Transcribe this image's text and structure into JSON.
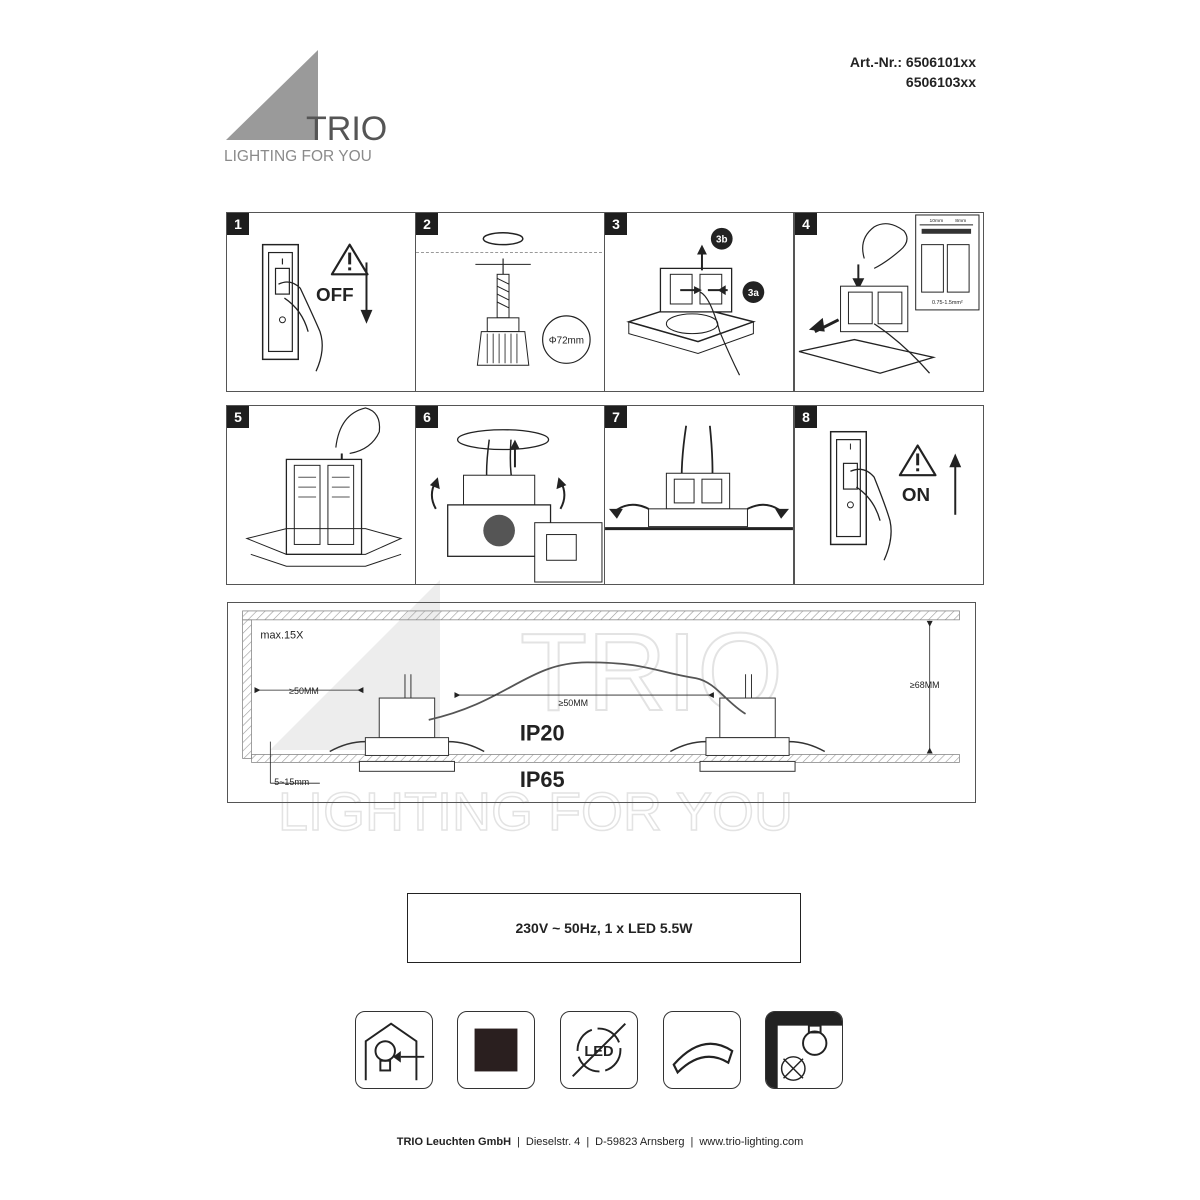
{
  "brand": {
    "name": "TRIO",
    "tagline": "LIGHTING FOR YOU"
  },
  "header": {
    "art_label": "Art.-Nr.:",
    "art_numbers": [
      "6506101xx",
      "6506103xx"
    ]
  },
  "steps": [
    {
      "number": "1",
      "label": "OFF"
    },
    {
      "number": "2",
      "label": "Φ72mm"
    },
    {
      "number": "3",
      "label_a": "3a",
      "label_b": "3b"
    },
    {
      "number": "4",
      "dim_top_a": "10mm",
      "dim_top_b": "8mm",
      "wire_range": "0.75-1.5mm²"
    },
    {
      "number": "5"
    },
    {
      "number": "6"
    },
    {
      "number": "7"
    },
    {
      "number": "8",
      "label": "ON"
    }
  ],
  "installation": {
    "max_label": "max.15X",
    "dist_wall": "≥50MM",
    "dist_between": "≥50MM",
    "height": "≥68MM",
    "ceiling_thickness": "5~15mm",
    "ip_above": "IP20",
    "ip_below": "IP65"
  },
  "spec": "230V ~ 50Hz, 1 x LED 5.5W",
  "symbols": [
    {
      "icon": "indoor-bulb-icon"
    },
    {
      "icon": "square-black-icon"
    },
    {
      "icon": "led-not-replaceable-icon"
    },
    {
      "icon": "swivel-arc-icon"
    },
    {
      "icon": "no-insulation-cover-icon"
    }
  ],
  "footer": {
    "company": "TRIO Leuchten GmbH",
    "street": "Dieselstr. 4",
    "city": "D-59823 Arnsberg",
    "web": "www.trio-lighting.com"
  },
  "colors": {
    "logo_gray": "#9a9a9a",
    "line": "#222222",
    "watermark": "#e6e6e6"
  }
}
